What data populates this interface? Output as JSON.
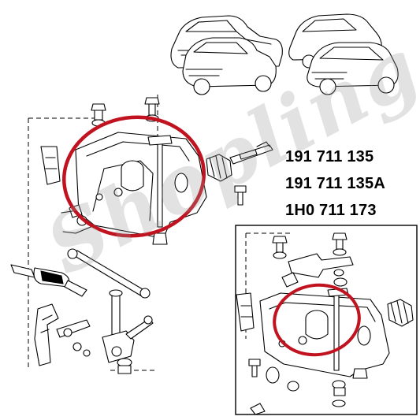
{
  "part_numbers": [
    "191 711 135",
    "191 711 135A",
    "1H0 711 173"
  ],
  "watermark": "Shopling",
  "colors": {
    "highlight": "#c1121f",
    "line": "#000000",
    "background": "#ffffff",
    "watermark": "#9a9a9a"
  },
  "views": [
    "main-exploded-view",
    "inset-detail-view"
  ],
  "icons": [
    "car-hatchback-icon",
    "car-hatchback-small-icon"
  ]
}
